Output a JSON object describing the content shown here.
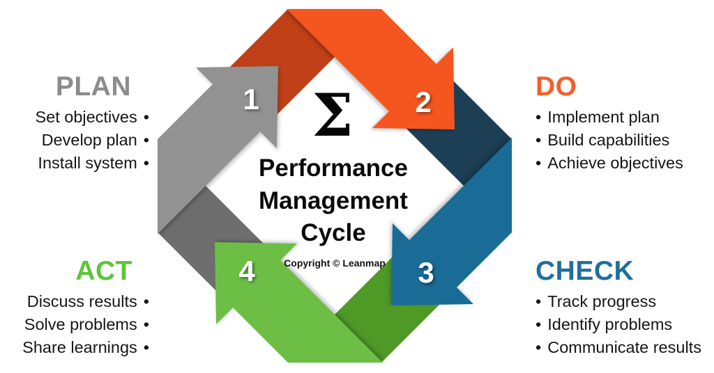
{
  "diagram": {
    "bullet_char": "•",
    "center": {
      "sigma": "Σ",
      "line1": "Performance",
      "line2": "Management",
      "line3": "Cycle",
      "copyright": "Copyright © Leanmap"
    },
    "steps": {
      "plan": {
        "number": "1",
        "label": "PLAN",
        "items": [
          "Set objectives",
          "Develop plan",
          "Install system"
        ],
        "title_color": "#8C8C8C",
        "arrow_color": "#929292",
        "tail_color": "#6E6E6E"
      },
      "do": {
        "number": "2",
        "label": "DO",
        "items": [
          "Implement plan",
          "Build capabilities",
          "Achieve objectives"
        ],
        "title_color": "#F2602C",
        "arrow_color": "#F5551F",
        "tail_color": "#C04018"
      },
      "check": {
        "number": "3",
        "label": "CHECK",
        "items": [
          "Track progress",
          "Identify problems",
          "Communicate results"
        ],
        "title_color": "#1F6E9E",
        "arrow_color": "#1A6B96",
        "tail_color": "#1C3F55"
      },
      "act": {
        "number": "4",
        "label": "ACT",
        "items": [
          "Discuss results",
          "Solve problems",
          "Share learnings"
        ],
        "title_color": "#5DC439",
        "arrow_color": "#6CBF44",
        "tail_color": "#4F9927"
      }
    }
  }
}
